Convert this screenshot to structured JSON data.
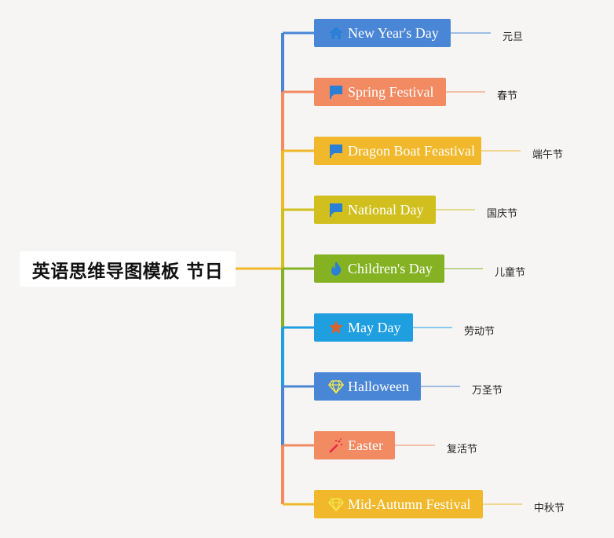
{
  "root": {
    "title": "英语思维导图模板 节日"
  },
  "holidays": [
    {
      "en": "New Year's Day",
      "zh": "元旦",
      "icon": "home-icon",
      "color": "#4a86d6"
    },
    {
      "en": "Spring Festival",
      "zh": "春节",
      "icon": "flag-icon",
      "color": "#f28a62"
    },
    {
      "en": "Dragon Boat Feastival",
      "zh": "端午节",
      "icon": "flag-icon",
      "color": "#f0b82a"
    },
    {
      "en": "National Day",
      "zh": "国庆节",
      "icon": "flag-icon",
      "color": "#d0bf1c"
    },
    {
      "en": "Children's Day",
      "zh": "儿童节",
      "icon": "flame-icon",
      "color": "#84b223"
    },
    {
      "en": "May Day",
      "zh": "劳动节",
      "icon": "star-icon",
      "color": "#1f9ee0"
    },
    {
      "en": "Halloween",
      "zh": "万圣节",
      "icon": "diamond-icon",
      "color": "#4a86d6"
    },
    {
      "en": "Easter",
      "zh": "复活节",
      "icon": "magic-wand-icon",
      "color": "#f28a62"
    },
    {
      "en": "Mid-Autumn Festival",
      "zh": "中秋节",
      "icon": "diamond-icon",
      "color": "#f0b82a"
    }
  ]
}
